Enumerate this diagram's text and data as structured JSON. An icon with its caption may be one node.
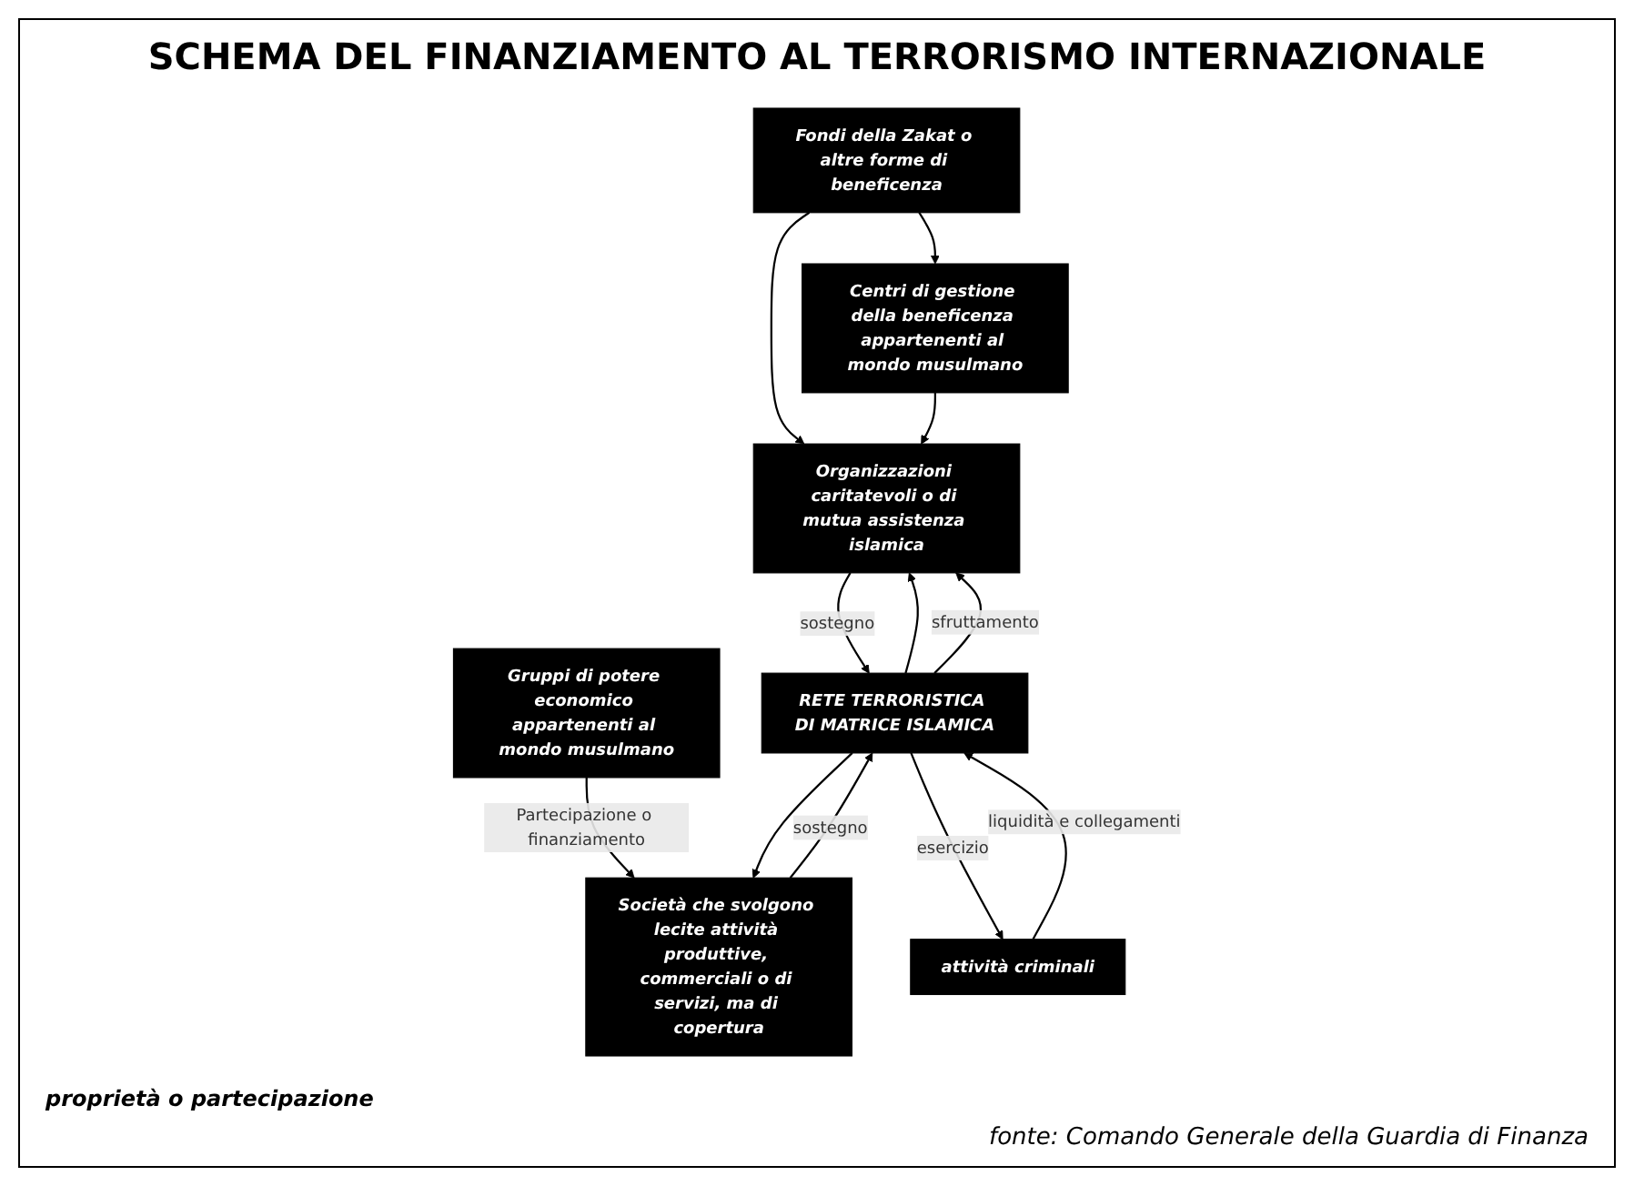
{
  "diagram": {
    "title": "SCHEMA DEL FINANZIAMENTO AL TERRORISMO INTERNAZIONALE",
    "caption": "fonte: Comando Generale della Guardia di Finanza",
    "nodes": [
      {
        "text": [
          "Fondi della Zakat o altre forme di beneficenza"
        ]
      },
      {
        "text": [
          "Gruppi di potere economico appartenenti al mondo musulmano"
        ]
      },
      {
        "text": [
          "Centri di gestione della beneficenza appartenenti al mondo musulmano"
        ]
      },
      {
        "text": [
          "RETE TERRORISTICA DI MATRICE ISLAMICA"
        ]
      },
      {
        "text": [
          "Società che svolgono lecite attività produttive, commerciali o di servizi, ma di copertura"
        ]
      },
      {
        "text": [
          "Organizzazioni caritatevoli o di mutua assistenza islamica"
        ]
      },
      {
        "text": [
          "attività criminali"
        ]
      }
    ],
    "edges": [
      {
        "from": 0,
        "to": 2,
        "arrow": "to"
      },
      {
        "from": 0,
        "to": 5,
        "arrow": "to"
      },
      {
        "from": 2,
        "to": 5,
        "arrow": "to"
      },
      {
        "from": 3,
        "to": 5,
        "arrow": "to"
      },
      {
        "from": 3,
        "to": 5,
        "arrow": "to",
        "label": "sfruttamento"
      },
      {
        "from": 5,
        "to": 3,
        "arrow": "to",
        "label": "sostegno"
      },
      {
        "from": 1,
        "to": 4,
        "arrow": "to",
        "label": "Partecipazione o finanziamento"
      },
      {
        "from": 3,
        "to": 4,
        "arrow": "to"
      },
      {
        "from": 4,
        "to": 3,
        "arrow": "to",
        "label": "sostegno"
      },
      {
        "from": 3,
        "to": 6,
        "arrow": "to",
        "label": "esercizio"
      },
      {
        "from": 6,
        "to": 3,
        "arrow": "to",
        "label": "liquidità e collegamenti"
      }
    ],
    "labels": [
      "proprietà o partecipazione"
    ]
  }
}
